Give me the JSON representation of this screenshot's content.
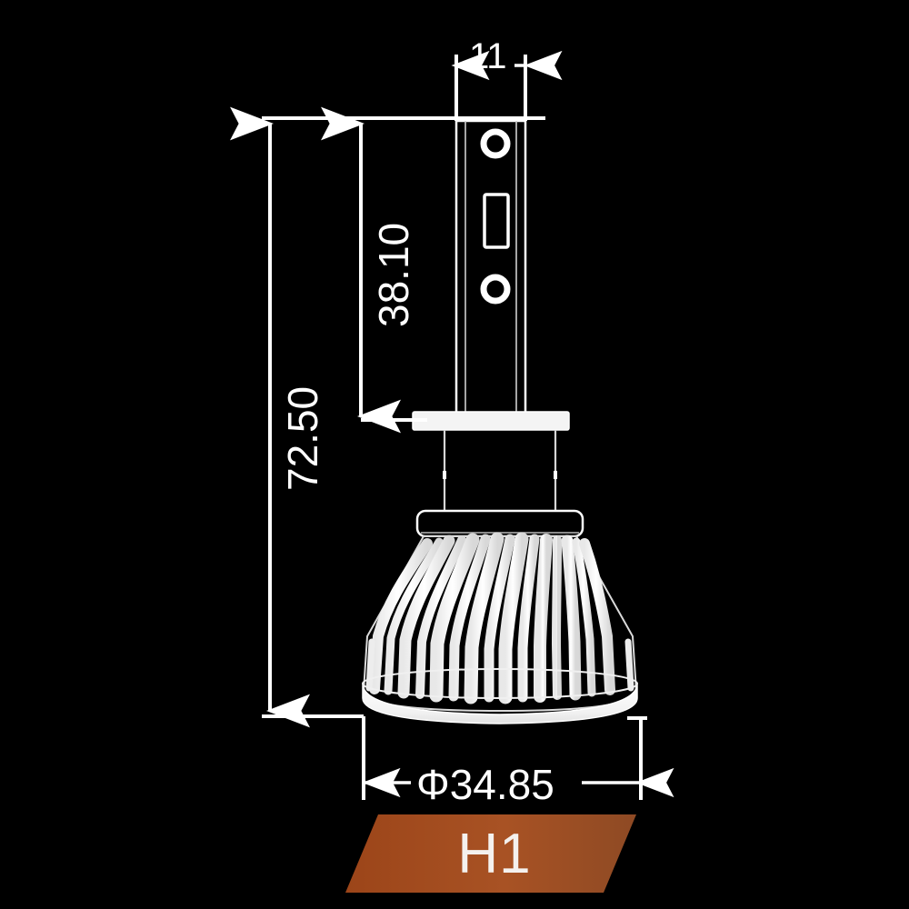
{
  "figure": {
    "title": "H1 LED headlight bulb technical dimension drawing",
    "background_color": "#000000",
    "line_color": "#ffffff"
  },
  "dimensions": {
    "width_top": "11",
    "height_shaft": "38.10",
    "height_total": "72.50",
    "diameter_base": "Φ34.85"
  },
  "badge": {
    "label": "H1",
    "fill_left": "#9c4519",
    "fill_right": "#8e4a24",
    "text_color": "#f4f1ee"
  },
  "part_features": {
    "shaft": "rectangular-shaft-with-holes",
    "hole_upper": "circular-hole",
    "slot_middle": "rectangular-slot",
    "hole_lower": "circular-hole",
    "flange": "solid-flange-plate",
    "neck": "narrow-neck",
    "collar": "rounded-collar",
    "heatsink": "flared-finned-heatsink",
    "rim": "solid-bottom-rim"
  }
}
